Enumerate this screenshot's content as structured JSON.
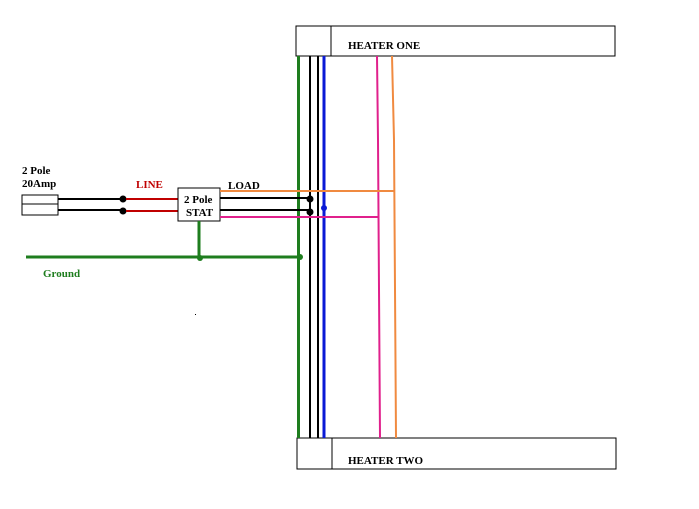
{
  "breaker": {
    "line1": "2 Pole",
    "line2": "20Amp"
  },
  "thermostat": {
    "line1": "2 Pole",
    "line2": "STAT"
  },
  "labels": {
    "line": "LINE",
    "load": "LOAD",
    "ground": "Ground"
  },
  "heaters": {
    "top": "HEATER ONE",
    "bottom": "HEATER TWO"
  },
  "colors": {
    "line_red": "#c00000",
    "ground_green": "#1e7d1e",
    "neutral_black": "#000000",
    "blue": "#0a1ad6",
    "pink": "#e0208c",
    "orange": "#f08a40"
  }
}
